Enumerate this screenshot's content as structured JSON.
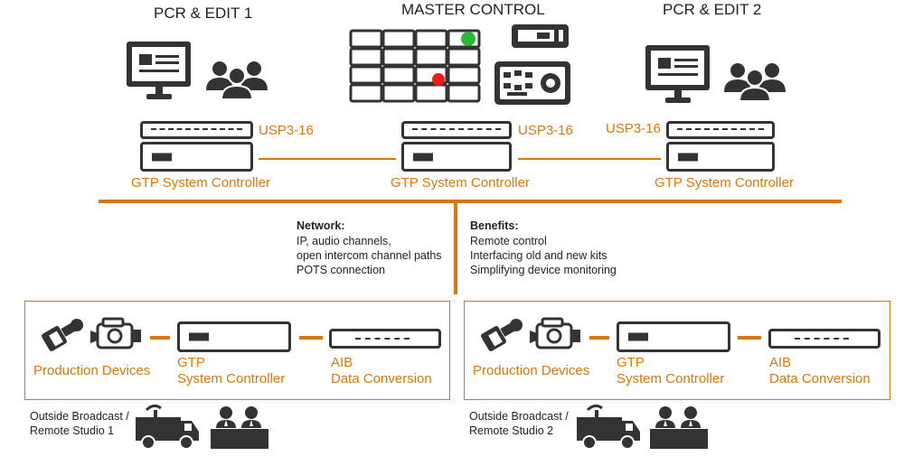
{
  "sites": {
    "pcr1": {
      "title": "PCR & EDIT 1",
      "usp_label": "USP3-16",
      "gtp_label": "GTP System Controller"
    },
    "master": {
      "title": "MASTER CONTROL",
      "usp_label": "USP3-16",
      "gtp_label": "GTP System Controller"
    },
    "pcr2": {
      "title": "PCR & EDIT 2",
      "usp_label": "USP3-16",
      "gtp_label": "GTP System Controller"
    }
  },
  "network": {
    "heading": "Network:",
    "lines": [
      "IP, audio channels,",
      "open intercom channel paths",
      "POTS connection"
    ]
  },
  "benefits": {
    "heading": "Benefits:",
    "lines": [
      "Remote control",
      "Interfacing old and new kits",
      "Simplifying device monitoring"
    ]
  },
  "remote1": {
    "devices_label": "Production Devices",
    "gtp_line1": "GTP",
    "gtp_line2": "System Controller",
    "aib_line1": "AIB",
    "aib_line2": "Data Conversion",
    "caption_line1": "Outside Broadcast /",
    "caption_line2": "Remote Studio 1"
  },
  "remote2": {
    "devices_label": "Production Devices",
    "gtp_line1": "GTP",
    "gtp_line2": "System Controller",
    "aib_line1": "AIB",
    "aib_line2": "Data Conversion",
    "caption_line1": "Outside Broadcast /",
    "caption_line2": "Remote Studio 2"
  },
  "colors": {
    "accent": "#d4780f",
    "dark": "#333333",
    "green": "#2db83d",
    "red": "#e3211c"
  },
  "icons": [
    "monitor-icon",
    "people-icon",
    "video-wall-icon",
    "control-panel-icon",
    "microphone-icon",
    "camera-icon",
    "ob-van-icon",
    "presenters-desk-icon"
  ]
}
